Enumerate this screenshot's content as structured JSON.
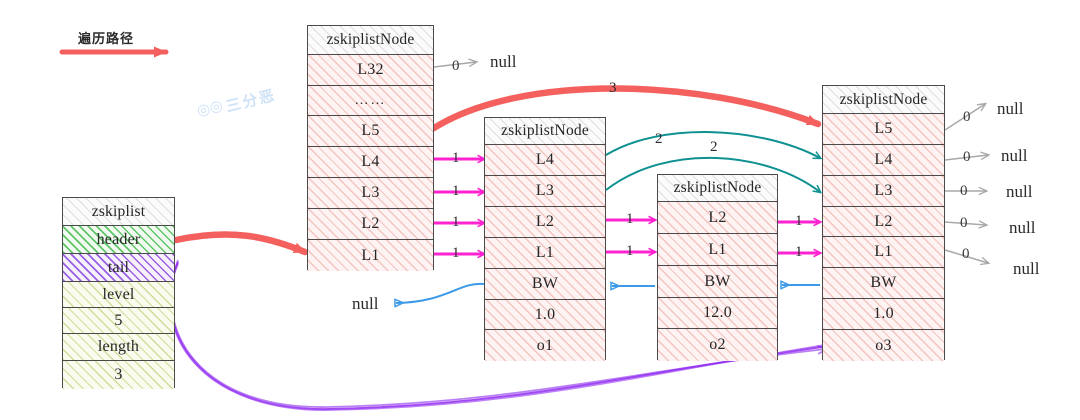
{
  "diagram": {
    "title": "Redis zskiplist structure diagram",
    "legend": {
      "label": "遍历路径",
      "arrow_color": "#f4605e"
    },
    "watermark": {
      "text": "三分恶",
      "logo": "◎◎",
      "color": "#cfe2f7"
    }
  },
  "colors": {
    "forward_level1": "#ff22d0",
    "forward_level2": "#0f9192",
    "forward_level3": "#f4605e",
    "backward": "#3d9ae8",
    "tail_pointer": "#8f2bf0",
    "null_pointer": "#a8a8a8",
    "header_fill": "#3cb946",
    "tail_fill": "#823cdc",
    "node_fill": "#e98c82",
    "border": "#4a4a4a"
  },
  "zskiplist": {
    "name": "zskiplist-struct",
    "rows": [
      {
        "label": "zskiplist",
        "fill": "grey"
      },
      {
        "label": "header",
        "fill": "green"
      },
      {
        "label": "tail",
        "fill": "purple"
      },
      {
        "label": "level",
        "fill": "olive"
      },
      {
        "label": "5",
        "fill": "olive"
      },
      {
        "label": "length",
        "fill": "olive"
      },
      {
        "label": "3",
        "fill": "olive"
      }
    ]
  },
  "nodes": [
    {
      "id": "header-node",
      "title": "zskiplistNode",
      "levels": [
        "L32",
        "……",
        "L5",
        "L4",
        "L3",
        "L2",
        "L1"
      ],
      "backward": null,
      "score": null,
      "member": null
    },
    {
      "id": "node-o1",
      "title": "zskiplistNode",
      "levels": [
        "L4",
        "L3",
        "L2",
        "L1"
      ],
      "backward": "BW",
      "score": "1.0",
      "member": "o1"
    },
    {
      "id": "node-o2",
      "title": "zskiplistNode",
      "levels": [
        "L2",
        "L1"
      ],
      "backward": "BW",
      "score": "12.0",
      "member": "o2"
    },
    {
      "id": "node-o3",
      "title": "zskiplistNode",
      "levels": [
        "L5",
        "L4",
        "L3",
        "L2",
        "L1"
      ],
      "backward": "BW",
      "score": "1.0",
      "member": "o3"
    }
  ],
  "span_labels": {
    "header_l32_to_null": "0",
    "header_l5_to_o3": "3",
    "header_l4_to_o1": "1",
    "header_l3_to_o1": "1",
    "header_l2_to_o1": "1",
    "header_l1_to_o1": "1",
    "o1_l4_to_o3": "2",
    "o1_l3_to_o3": "2",
    "o1_l2_to_o2": "1",
    "o1_l1_to_o2": "1",
    "o2_l2_to_o3": "1",
    "o2_l1_to_o3": "1",
    "o3_l5_to_null": "0",
    "o3_l4_to_null": "0",
    "o3_l3_to_null": "0",
    "o3_l2_to_null": "0",
    "o3_l1_to_null": "0"
  },
  "null_labels": {
    "header_l32": "null",
    "o1_backward": "null",
    "o3_l5": "null",
    "o3_l4": "null",
    "o3_l3": "null",
    "o3_l2": "null",
    "o3_l1": "null"
  }
}
